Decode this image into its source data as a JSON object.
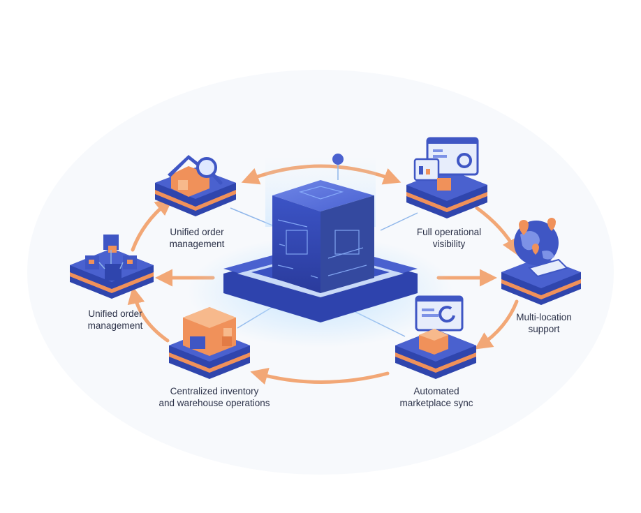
{
  "labels": {
    "top_left": [
      "Unified order",
      "management"
    ],
    "left": [
      "Unified order",
      "management"
    ],
    "bottom_left": [
      "Centralized inventory",
      "and warehouse operations"
    ],
    "top_right": [
      "Full operational",
      "visibility"
    ],
    "right": [
      "Multi-location",
      "support"
    ],
    "bottom_right": [
      "Automated",
      "marketplace sync"
    ]
  },
  "colors": {
    "blue": "#3f56c4",
    "blue_dark": "#2b3d9e",
    "blue_light": "#7d92e6",
    "orange": "#f0915a",
    "orange_light": "#f7b98c",
    "arrow": "#f2a776",
    "glow": "#9fd0ff"
  },
  "icons": {
    "top_left": "house-magnifier-icon",
    "left": "package-cluster-icon",
    "bottom_left": "warehouse-boxes-icon",
    "top_right": "dashboard-screens-icon",
    "right": "globe-location-pins-icon",
    "bottom_right": "sync-panel-box-icon",
    "hub": "processor-cube-icon"
  }
}
